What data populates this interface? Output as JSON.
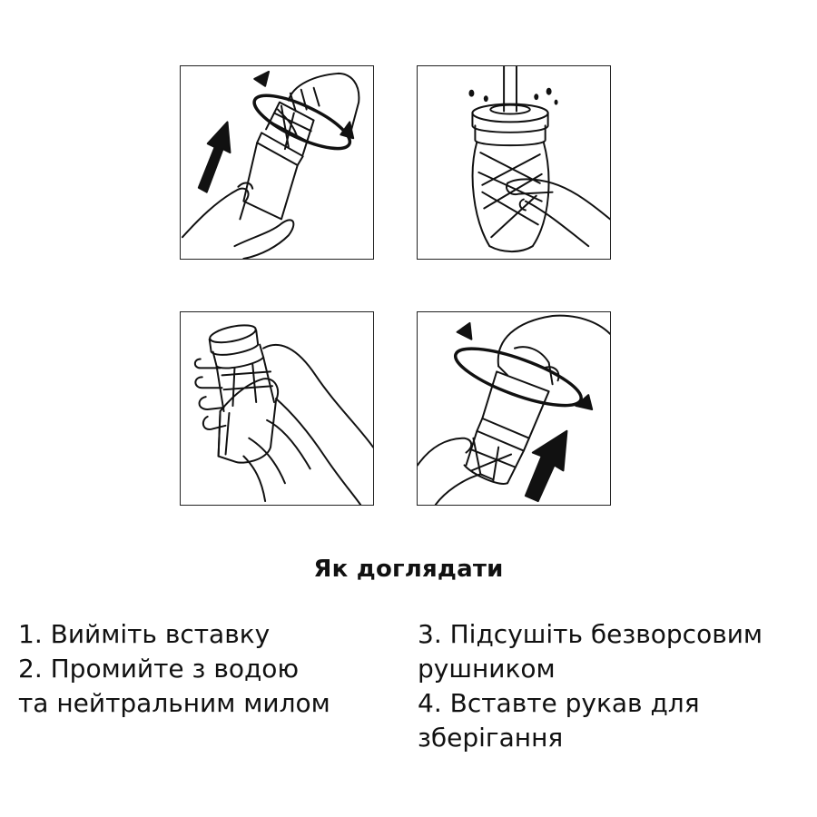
{
  "illustrations": [
    {
      "step": 1,
      "icon": "remove-insert-illustration"
    },
    {
      "step": 2,
      "icon": "rinse-under-water-illustration"
    },
    {
      "step": 3,
      "icon": "dry-with-towel-illustration"
    },
    {
      "step": 4,
      "icon": "insert-sleeve-illustration"
    }
  ],
  "title": "Як доглядати",
  "instructions": {
    "left": {
      "line1": "1. Вийміть вставку",
      "line2": "2. Промийте з водою",
      "line3": "та нейтральним милом"
    },
    "right": {
      "line1": "3. Підсушіть безворсовим",
      "line2": "рушником",
      "line3": "4. Вставте рукав для",
      "line4": "зберігання"
    }
  }
}
